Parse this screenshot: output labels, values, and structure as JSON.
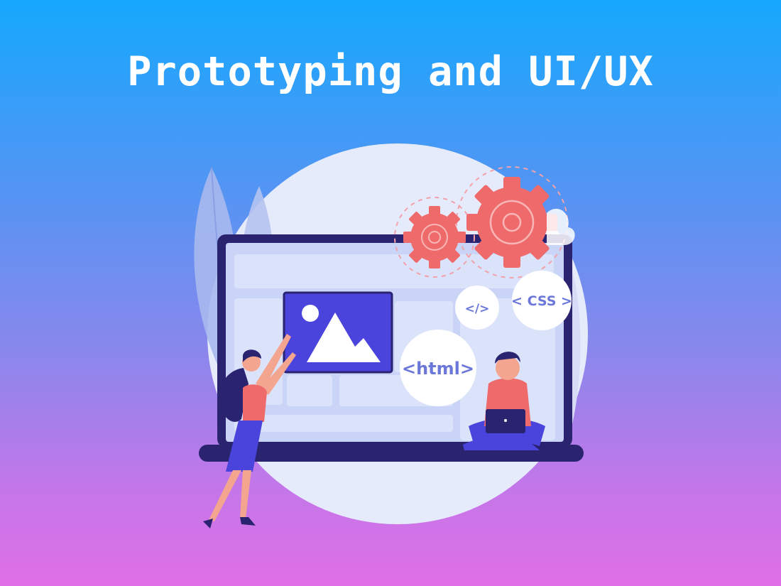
{
  "title": "Prototyping and UI/UX",
  "bubbles": {
    "html": "<html>",
    "css": "< CSS >",
    "code": "</>"
  },
  "icons": [
    "gear-icon",
    "image-icon",
    "code-icon"
  ],
  "colors": {
    "gradient_top": "#15a8fd",
    "gradient_bottom": "#e06fe6",
    "laptop_frame": "#2a2470",
    "gear": "#ef6b6b",
    "image_panel": "#4a44dc",
    "screen": "#c9d4f7"
  }
}
